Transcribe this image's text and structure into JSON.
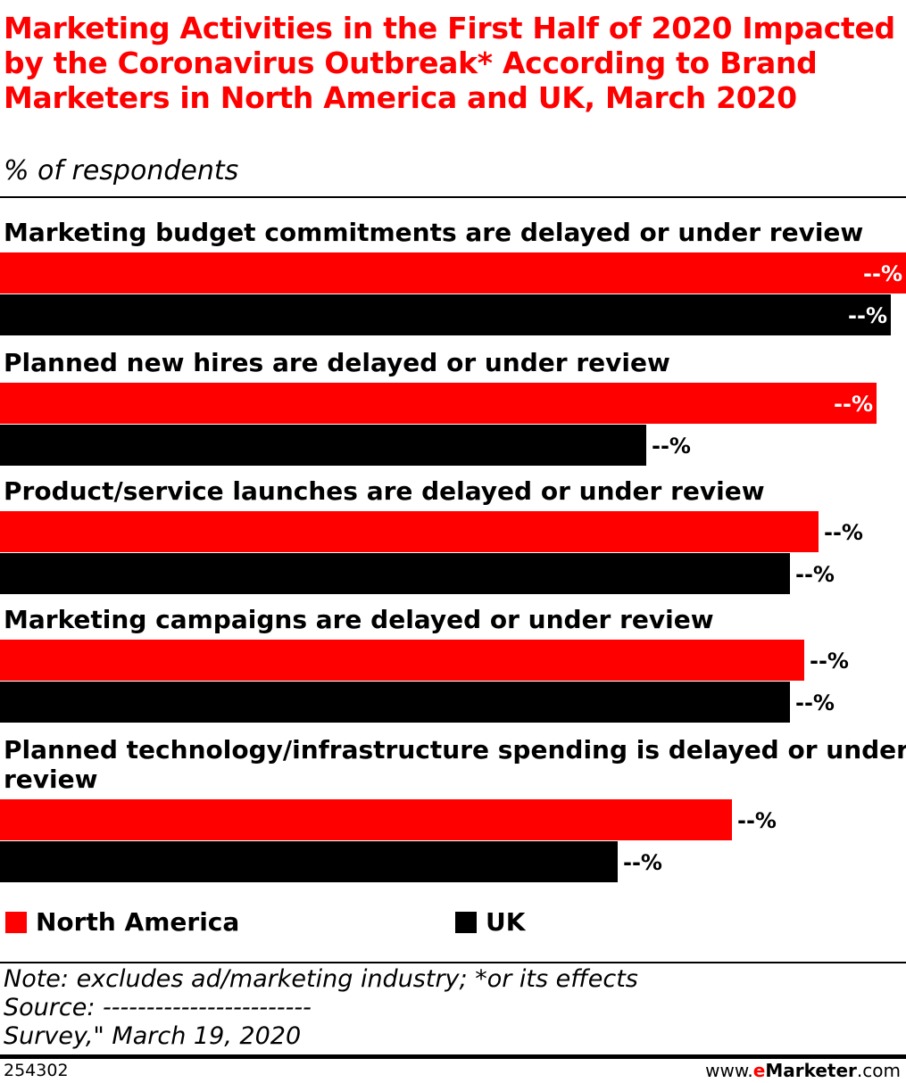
{
  "colors": {
    "north_america": "#ff0000",
    "uk": "#000000"
  },
  "chart_data": {
    "type": "bar",
    "orientation": "horizontal",
    "title": "Marketing Activities in the First Half of 2020 Impacted by the Coronavirus Outbreak* According to Brand Marketers in North America and UK, March 2020",
    "subtitle": "% of respondents",
    "categories": [
      "Marketing budget commitments are delayed or under review",
      "Planned new hires are delayed or under review",
      "Product/service launches are delayed or under review",
      "Marketing campaigns are delayed or under review",
      "Planned technology/infrastructure spending is delayed or under review"
    ],
    "series": [
      {
        "name": "North America",
        "color": "#ff0000",
        "values": [
          100,
          96.7,
          90.3,
          88.8,
          80.8
        ],
        "labels": [
          "--%",
          "--%",
          "--%",
          "--%",
          "--%"
        ]
      },
      {
        "name": "UK",
        "color": "#000000",
        "values": [
          98.3,
          71.3,
          87.2,
          87.2,
          68.2
        ],
        "labels": [
          "--%",
          "--%",
          "--%",
          "--%",
          "--%"
        ]
      }
    ],
    "xlim": [
      0,
      100
    ],
    "grid": false,
    "legend": "bottom-left"
  },
  "legend": {
    "items": [
      "North America",
      "UK"
    ]
  },
  "notes": {
    "note": "Note: excludes ad/marketing industry; *or its effects",
    "source": "Source: ------------------------",
    "survey": "Survey,\" March 19, 2020"
  },
  "footer": {
    "chart_id": "254302",
    "brand_prefix": "www.",
    "brand_e": "e",
    "brand_name": "Marketer",
    "brand_suffix": ".com"
  }
}
